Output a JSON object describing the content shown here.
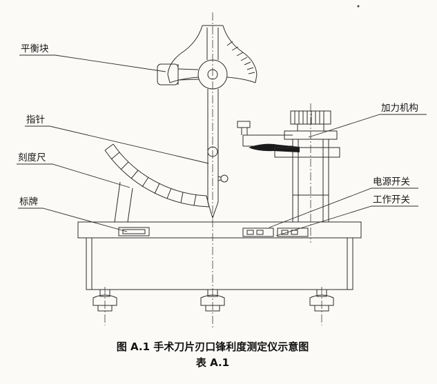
{
  "colors": {
    "line": "#2b2b2b",
    "paper": "#fbfaf7",
    "ink": "#161616",
    "blade_fill": "#1b1b1b"
  },
  "labels": {
    "balance_weight": "平衡块",
    "pointer": "指针",
    "scale_ruler": "刻度尺",
    "nameplate": "标牌",
    "force_mechanism": "加力机构",
    "power_switch": "电源开关",
    "work_switch": "工作开关"
  },
  "captions": {
    "figure": "图 A.1  手术刀片刃口锋利度测定仪示意图",
    "table": "表 A.1"
  }
}
